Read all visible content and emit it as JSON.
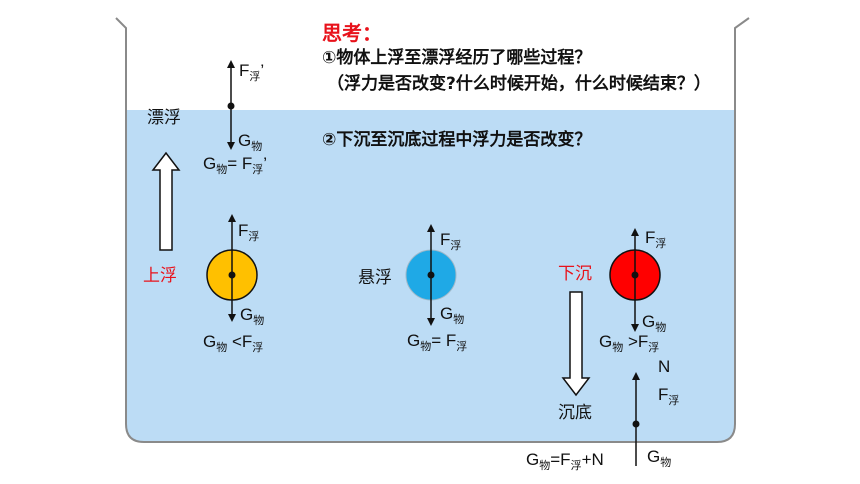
{
  "thinking": {
    "title": "思考：",
    "question1": "①物体上浮至漂浮经历了哪些过程？",
    "question1_note": "（浮力是否改变?什么时候开始，什么时候结束？）",
    "question2": "②下沉至沉底过程中浮力是否改变？"
  },
  "states": {
    "floating": "漂浮",
    "rising": "上浮",
    "suspended": "悬浮",
    "sinking": "下沉",
    "at_bottom": "沉底"
  },
  "symbols": {
    "F": "F",
    "G": "G",
    "N": "N",
    "sub_buoyant": "浮",
    "sub_object": "物",
    "prime": "’",
    "eq": "=",
    "lt": "<",
    "gt": ">",
    "plus_N": "+N"
  },
  "colors": {
    "water": "#bcdcf5",
    "beaker_outline": "#8a8a8a",
    "ball_rising": "#ffc000",
    "ball_suspended": "#1fa9e6",
    "ball_sinking": "#ff0000",
    "label_red": "#e8121b"
  }
}
